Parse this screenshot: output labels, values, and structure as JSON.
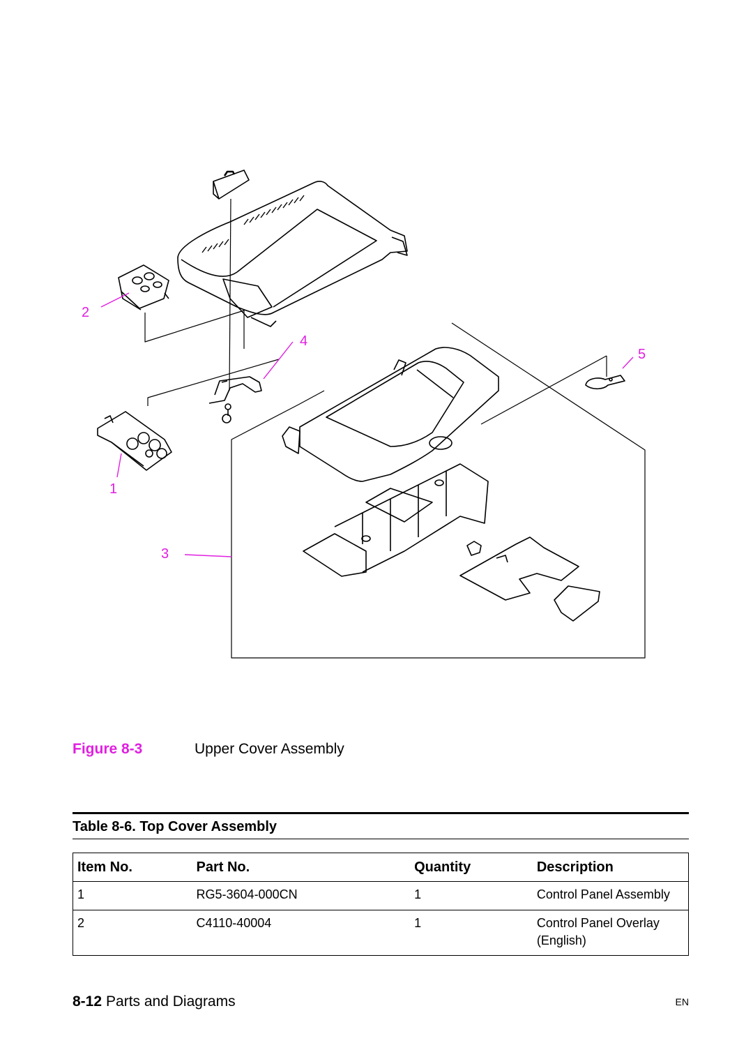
{
  "figure": {
    "callouts": [
      "1",
      "2",
      "3",
      "4",
      "5"
    ],
    "label": "Figure 8-3",
    "title": "Upper Cover Assembly"
  },
  "table": {
    "title": "Table 8-6. Top Cover Assembly",
    "headers": [
      "Item No.",
      "Part No.",
      "Quantity",
      "Description"
    ],
    "rows": [
      [
        "1",
        "RG5-3604-000CN",
        "1",
        "Control Panel Assembly"
      ],
      [
        "2",
        "C4110-40004",
        "1",
        "Control Panel Overlay (English)"
      ]
    ]
  },
  "footer": {
    "page_number": "8-12",
    "section": "Parts and Diagrams",
    "lang": "EN"
  },
  "colors": {
    "accent": "#e020e0"
  }
}
